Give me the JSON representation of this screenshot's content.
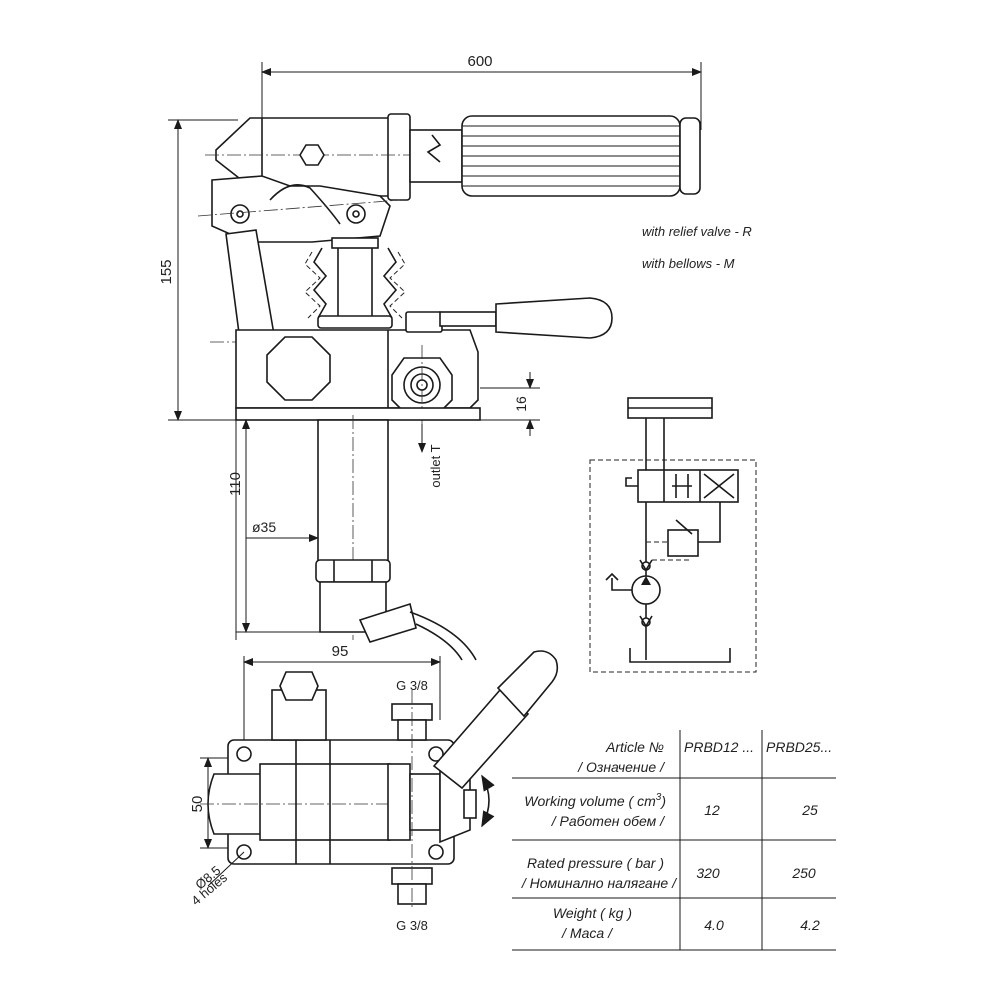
{
  "dimensions": {
    "width": "600",
    "height": "155",
    "base_height": "16",
    "suction_length": "110",
    "tube_diameter": "ø35",
    "mount_distance": "95",
    "flange_width": "50",
    "hole_diameter": "Ø8.5",
    "hole_count": "4 holes"
  },
  "labels": {
    "outlet": "outlet T",
    "port_top": "G 3/8",
    "port_bottom": "G 3/8"
  },
  "notes": {
    "relief_valve": "with relief valve - R",
    "bellows": "with bellows - M"
  },
  "table": {
    "headers": [
      "Article №",
      "/ Означение /",
      "PRBD12 ...",
      "PRBD25..."
    ],
    "rows": [
      {
        "label_en": "Working volume ( cm",
        "label_sup": "3",
        "label_en_end": ")",
        "label_bg": "/ Работен обем /",
        "v1": "12",
        "v2": "25"
      },
      {
        "label_en": "Rated pressure ( bar )",
        "label_bg": "/ Номинално налягане /",
        "v1": "320",
        "v2": "250"
      },
      {
        "label_en": "Weight ( kg )",
        "label_bg": "/ Маса /",
        "v1": "4.0",
        "v2": "4.2"
      }
    ]
  }
}
